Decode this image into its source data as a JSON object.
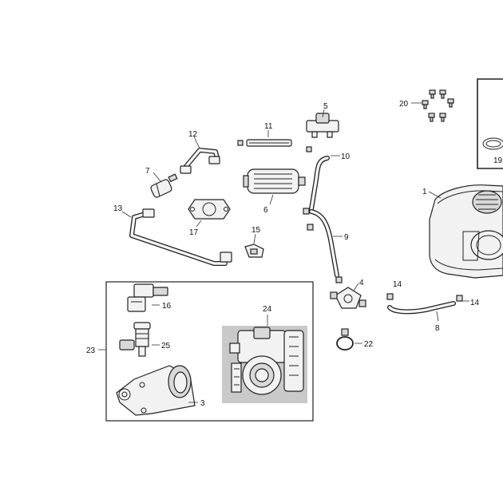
{
  "callouts": {
    "c1": "1",
    "c3": "3",
    "c4": "4",
    "c5": "5",
    "c6": "6",
    "c7": "7",
    "c8": "8",
    "c9": "9",
    "c10": "10",
    "c11": "11",
    "c12": "12",
    "c13": "13",
    "c14a": "14",
    "c14b": "14",
    "c15": "15",
    "c16": "16",
    "c17": "17",
    "c19": "19",
    "c20": "20",
    "c22": "22",
    "c23": "23",
    "c24": "24",
    "c25": "25"
  },
  "colors": {
    "line": "#222222",
    "part_fill": "#f2f2f2",
    "inset_bg": "#c9c9c9",
    "background": "#ffffff"
  }
}
